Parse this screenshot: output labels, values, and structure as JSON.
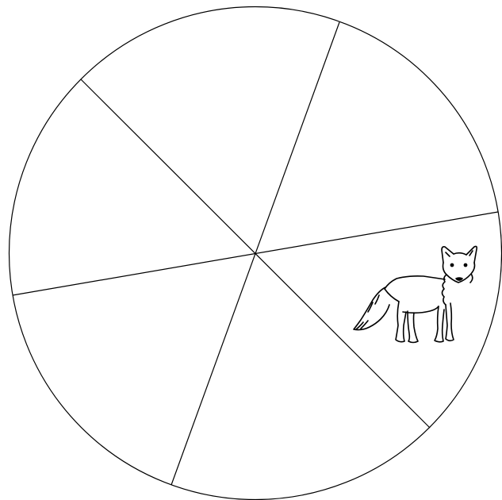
{
  "spinner": {
    "section_count": 6,
    "outline_color": "#000000",
    "background_color": "#ffffff",
    "sections": [
      {
        "index": 1,
        "content": "fox",
        "icon": "fox-icon"
      },
      {
        "index": 2,
        "content": "empty"
      },
      {
        "index": 3,
        "content": "empty"
      },
      {
        "index": 4,
        "content": "empty"
      },
      {
        "index": 5,
        "content": "empty"
      },
      {
        "index": 6,
        "content": "empty"
      }
    ]
  }
}
